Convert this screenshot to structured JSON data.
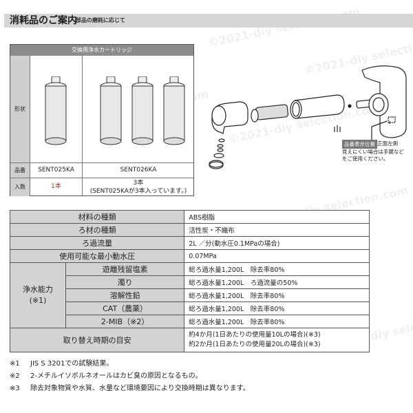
{
  "header": {
    "title": "消耗品のご案内",
    "subtitle": "部品の磨耗に応じて"
  },
  "cartridge_table": {
    "caption": "交換用浄水カートリッジ",
    "row_labels": {
      "shape": "形状",
      "part_no": "品番",
      "quantity": "入数"
    },
    "products": [
      {
        "part_no": "SENT025KA",
        "quantity": "1本",
        "cartridge_count": 1
      },
      {
        "part_no": "SENT026KA",
        "quantity": "3本",
        "quantity_note": "(SENT025KAが3本入っています。)",
        "cartridge_count": 3
      }
    ]
  },
  "diagram": {
    "label_badge": "品番表示位置",
    "label_side": "正面左側",
    "hint_line1": "見えにくい場合は手鏡など",
    "hint_line2": "をご使用ください。"
  },
  "spec_table": {
    "rows": [
      {
        "label": "材料の種類",
        "value": "ABS樹脂"
      },
      {
        "label": "ろ材の種類",
        "value": "活性炭・不織布"
      },
      {
        "label": "ろ過流量",
        "value": "2L ／分(動水圧0.1MPaの場合)"
      },
      {
        "label": "使用可能な最小動水圧",
        "value": "0.07MPa"
      }
    ],
    "capability": {
      "label": "浄水能力",
      "label_note": "(※1)",
      "items": [
        {
          "label": "遊離残留塩素",
          "value": "総ろ過水量1,200L　除去率80%"
        },
        {
          "label": "濁り",
          "value": "総ろ過水量1,200L　ろ過流量の50%"
        },
        {
          "label": "溶解性鉛",
          "value": "総ろ過水量1,200L　除去率80%"
        },
        {
          "label": "CAT（農薬）",
          "value": "総ろ過水量1,200L　除去率80%"
        },
        {
          "label": "2-MIB（※2）",
          "value": "総ろ過水量1,200L　除去率80%"
        }
      ]
    },
    "replacement": {
      "label": "取り替え時期の目安",
      "value_line1": "約4か月(1日あたりの使用量10Lの場合)(※3)",
      "value_line2": "約2か月(1日あたりの使用量20Lの場合)(※3)"
    }
  },
  "notes": [
    {
      "mark": "※1",
      "text": "JIS S 3201での試験結果。"
    },
    {
      "mark": "※2",
      "text": "2-メチルイソボルネオールはカビ臭の原因となるもの。"
    },
    {
      "mark": "※3",
      "text": "除去対象物質や水質、水量など環境要因により交換時期は異なります。"
    }
  ],
  "watermark": "©2021-diy selection.com"
}
